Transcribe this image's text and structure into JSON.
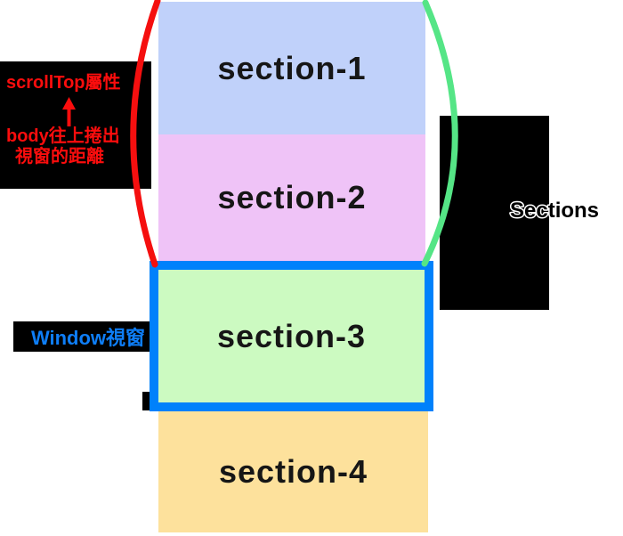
{
  "diagram": {
    "scrolltop_annotation": {
      "line1": "scrollTop屬性",
      "arrow_icon": "↑",
      "line2": "body往上捲出",
      "line3": "視窗的距離",
      "text_color": "#fb0d0d"
    },
    "window_annotation": {
      "label": "Window視窗",
      "text_color": "#0e7ef8"
    },
    "right_annotation": {
      "label": "Sections",
      "fill_color": "#000000",
      "outline_color": "#ffffff"
    },
    "sections": [
      {
        "label": "section-1",
        "fill": "#c0d1fa"
      },
      {
        "label": "section-2",
        "fill": "#efc3f7"
      },
      {
        "label": "section-3",
        "fill": "#ccfac1",
        "border_color": "#0081fb"
      },
      {
        "label": "section-4",
        "fill": "#fde19c"
      }
    ],
    "curves": {
      "left_color": "#f50f0f",
      "right_color": "#55e586"
    }
  }
}
